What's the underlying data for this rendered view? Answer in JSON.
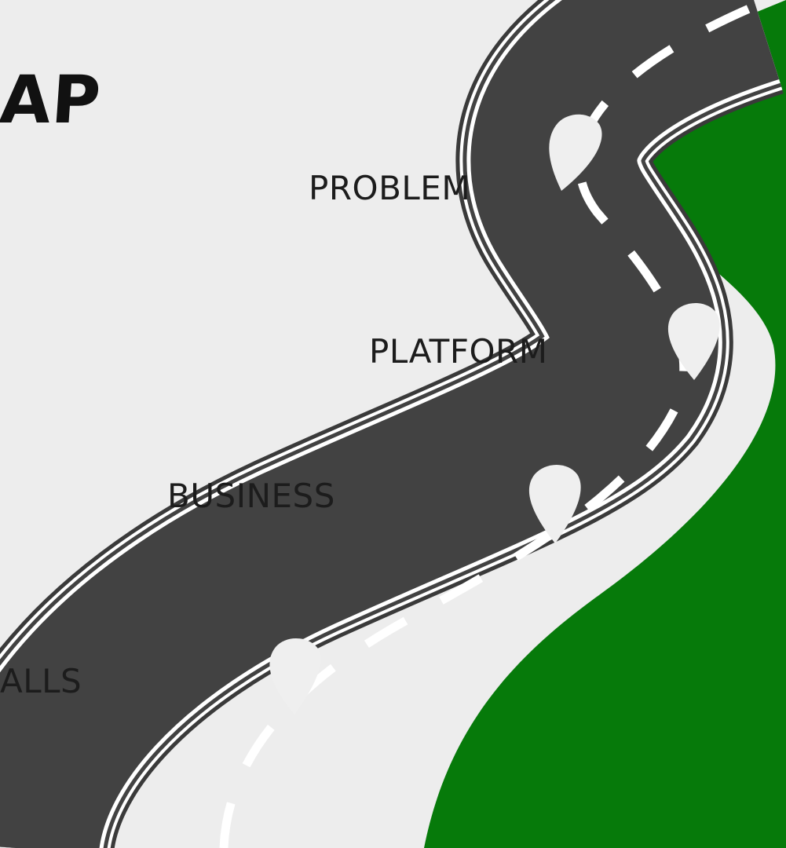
{
  "title": "AP",
  "milestones": [
    {
      "label": "PROBLEM"
    },
    {
      "label": "PLATFORM"
    },
    {
      "label": "BUSINESS"
    },
    {
      "label": "ALLS"
    }
  ],
  "colors": {
    "background": "#ededed",
    "grass": "#067a0a",
    "road": "#424242",
    "road_edge": "#ffffff",
    "marker": "#efefef",
    "text": "#1c1c1c"
  },
  "icons": [
    "location-pin-icon"
  ]
}
